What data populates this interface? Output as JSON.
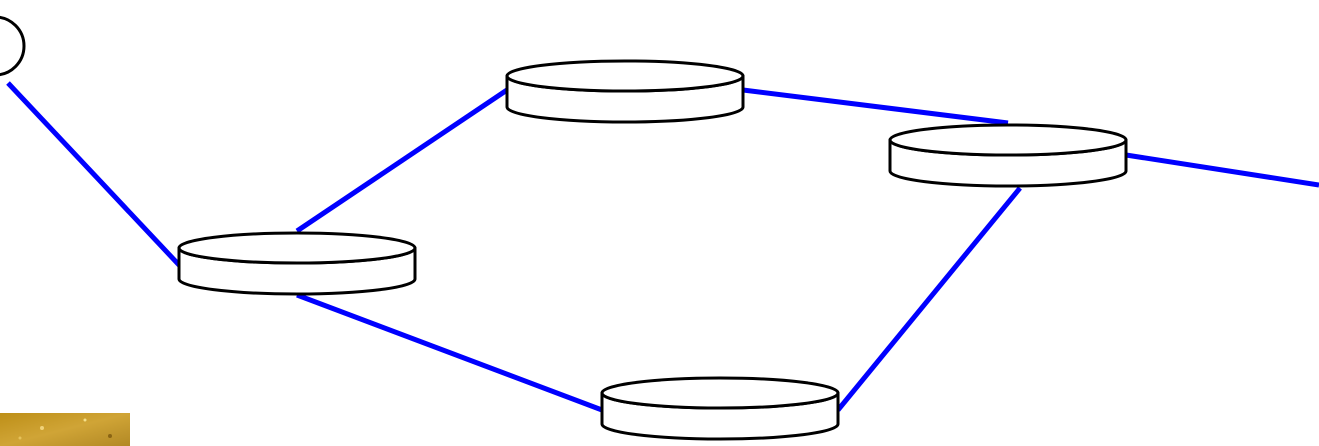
{
  "diagram": {
    "type": "network-topology",
    "colors": {
      "link": "#0000ff",
      "node_stroke": "#000000",
      "node_fill": "#ffffff",
      "thumbnail": "#c8a032"
    },
    "nodes": [
      {
        "id": "host",
        "shape": "circle",
        "partially_visible": true
      },
      {
        "id": "router-left",
        "shape": "router"
      },
      {
        "id": "router-top",
        "shape": "router"
      },
      {
        "id": "router-right",
        "shape": "router"
      },
      {
        "id": "router-bottom",
        "shape": "router"
      }
    ],
    "links": [
      {
        "from": "host",
        "to": "router-left"
      },
      {
        "from": "router-left",
        "to": "router-top"
      },
      {
        "from": "router-left",
        "to": "router-bottom"
      },
      {
        "from": "router-top",
        "to": "router-right"
      },
      {
        "from": "router-bottom",
        "to": "router-right"
      },
      {
        "from": "router-right",
        "to": "offscreen-right"
      }
    ],
    "thumbnail_icon": "photo-thumbnail-icon"
  }
}
